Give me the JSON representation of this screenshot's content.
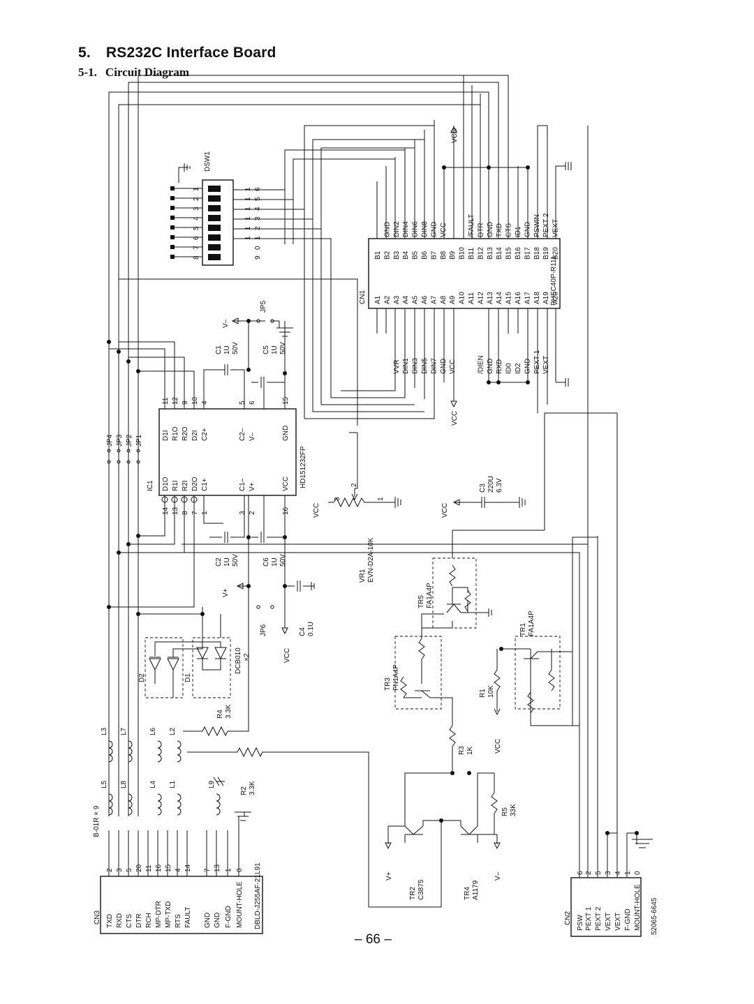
{
  "section": {
    "number": "5.",
    "title": "RS232C Interface Board"
  },
  "subsection": {
    "number": "5-1.",
    "title": "Circuit Diagram"
  },
  "page_number": "– 66 –",
  "cn3": {
    "ref": "CN3",
    "part": "DBLD-J255AF-21L91",
    "signals": [
      "TXD",
      "RXD",
      "CTS",
      "DTR",
      "RCH",
      "MP-DTR",
      "MP-TXD",
      "RTS",
      "FAULT",
      "GND",
      "GND",
      "F-GND",
      "MOUNT-HOLE"
    ],
    "pins_outer": [
      "2",
      "3",
      "5",
      "20",
      "11",
      "16",
      "15",
      "4",
      "14",
      "7",
      "13",
      "1",
      "0"
    ],
    "pins_inner": [
      "3",
      "5",
      "20",
      "11",
      "16",
      "15",
      "4",
      "14",
      "13",
      "0"
    ],
    "pins_extra": [
      "2",
      "3",
      "5",
      "20",
      "11",
      "16",
      "15",
      "4",
      "14"
    ]
  },
  "cn2": {
    "ref": "CN2",
    "part": "52065-6645",
    "signals": [
      "PSW",
      "PEXT 1",
      "PEXT 2",
      "VEXT",
      "VEXT",
      "F-GND",
      "MOUNT-HOLE"
    ],
    "pins": [
      "6",
      "2",
      "5",
      "3",
      "4",
      "1",
      "0"
    ]
  },
  "cn1": {
    "ref": "CN1",
    "part": "PHEC40P-R111",
    "a_pins": [
      "A1",
      "A2",
      "A3",
      "A4",
      "A5",
      "A6",
      "A7",
      "A8",
      "A9",
      "A10",
      "A11",
      "A12",
      "A13",
      "A14",
      "A15",
      "A16",
      "A17",
      "A18",
      "A19",
      "A20"
    ],
    "b_pins": [
      "B1",
      "B2",
      "B3",
      "B4",
      "B5",
      "B6",
      "B7",
      "B8",
      "B9",
      "B10",
      "B11",
      "B12",
      "B13",
      "B14",
      "B15",
      "B16",
      "B17",
      "B18",
      "B19",
      "B20"
    ],
    "a_signals": [
      "VVR",
      "DIN1",
      "DIN3",
      "DIN5",
      "DIN7",
      "GND",
      "VCC",
      "/DIEN",
      "GND",
      "RXD",
      "ID0",
      "ID2",
      "GND",
      "PEXT 1",
      "VEXT"
    ],
    "b_signals": [
      "GND",
      "DIN2",
      "DIN4",
      "DIN6",
      "DIN8",
      "GND",
      "VCC",
      "/FAULT",
      "DTR",
      "GND",
      "TXD",
      "CTS",
      "ID1",
      "GND",
      "PSWIN",
      "PEXT 2",
      "VEXT"
    ]
  },
  "ic1": {
    "ref": "IC1",
    "part": "HD151232FP",
    "left_pins": [
      "D1O",
      "R1I",
      "R2I",
      "D2O",
      "C1+",
      "C1–",
      "V+",
      "VCC"
    ],
    "right_pins": [
      "D1I",
      "R1O",
      "R2O",
      "D2I",
      "C2+",
      "C2–",
      "V–",
      "GND"
    ],
    "left_pin_numbers": [
      "14",
      "13",
      "8",
      "7",
      "1",
      "3",
      "2",
      "16"
    ],
    "right_pin_numbers": [
      "11",
      "12",
      "9",
      "10",
      "4",
      "5",
      "6",
      "15"
    ]
  },
  "dsw1": {
    "ref": "DSW1",
    "switch_numbers": [
      "8",
      "7",
      "6",
      "5",
      "4",
      "3",
      "2",
      "1"
    ],
    "row_a": [
      "1",
      "1",
      "1",
      "1",
      "1",
      "1"
    ],
    "row_b": [
      "9",
      "0",
      "1",
      "2",
      "3",
      "4",
      "5",
      "6"
    ],
    "row_c": [
      "1",
      "1",
      "1"
    ]
  },
  "jumpers": [
    "JP4",
    "JP3",
    "JP2",
    "JP1",
    "JP5",
    "JP6"
  ],
  "capacitors": [
    {
      "ref": "C1",
      "val": "1U",
      "v": "50V"
    },
    {
      "ref": "C5",
      "val": "1U",
      "v": "50V"
    },
    {
      "ref": "C2",
      "val": "1U",
      "v": "50V"
    },
    {
      "ref": "C6",
      "val": "1U",
      "v": "50V"
    },
    {
      "ref": "C3",
      "val": "220U",
      "v": "6.3V"
    },
    {
      "ref": "C4",
      "val": "0.1U",
      "v": ""
    }
  ],
  "vr1": {
    "ref": "VR1",
    "part": "EVN-D2A-10K",
    "pins": [
      "3",
      "2",
      "1"
    ]
  },
  "transistors": [
    {
      "ref": "TR5",
      "part": "FA1A4P"
    },
    {
      "ref": "TR1",
      "part": "FA1A4P"
    },
    {
      "ref": "TR3",
      "part": "FN1A4P"
    },
    {
      "ref": "TR2",
      "part": "C3875"
    },
    {
      "ref": "TR4",
      "part": "A1179"
    }
  ],
  "resistors": [
    {
      "ref": "R1",
      "val": "10K"
    },
    {
      "ref": "R2",
      "val": "3.3K"
    },
    {
      "ref": "R3",
      "val": "1K"
    },
    {
      "ref": "R4",
      "val": "3.3K"
    },
    {
      "ref": "R5",
      "val": "33K"
    }
  ],
  "diodes": {
    "d1": "D1",
    "d2": "D2",
    "part": "DCB010",
    "qty": "×2"
  },
  "inductors": {
    "part": "B-01R × 9",
    "refs": [
      "L3",
      "L7",
      "L6",
      "L2",
      "L5",
      "L8",
      "L4",
      "L1",
      "L9"
    ]
  },
  "rails": {
    "vcc": "VCC",
    "vplus": "V+",
    "vminus": "V–"
  }
}
